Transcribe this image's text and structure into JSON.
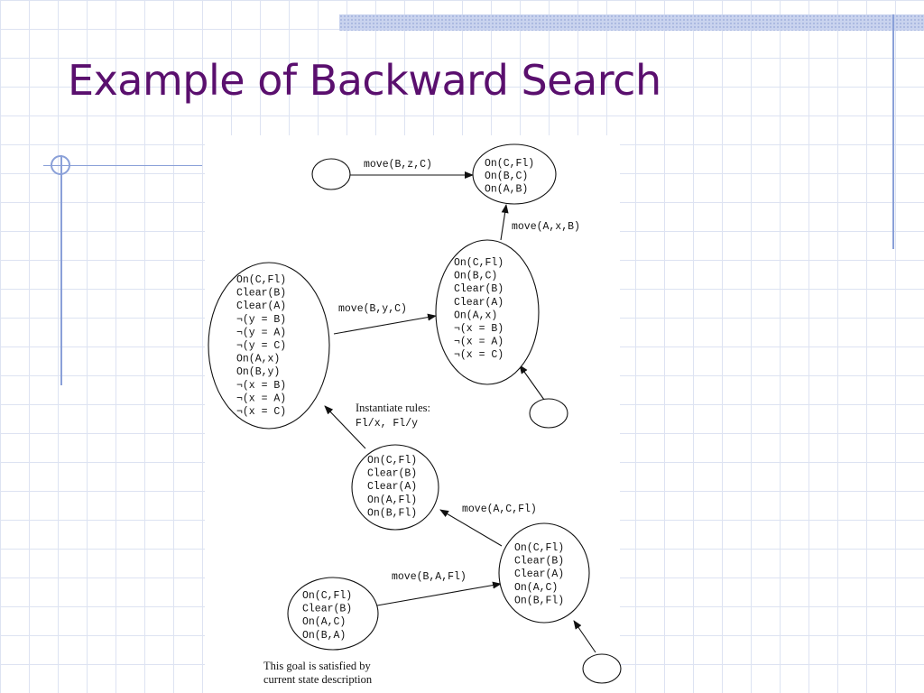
{
  "slide": {
    "title": "Example of Backward Search"
  },
  "diagram": {
    "nodes": {
      "n_empty_top": [],
      "n_goal": [
        "On(C,Fl)",
        "On(B,C)",
        "On(A,B)"
      ],
      "n_mid": [
        "On(C,Fl)",
        "On(B,C)",
        "Clear(B)",
        "Clear(A)",
        "On(A,x)",
        "¬(x = B)",
        "¬(x = A)",
        "¬(x = C)"
      ],
      "n_left": [
        "On(C,Fl)",
        "Clear(B)",
        "Clear(A)",
        "¬(y = B)",
        "¬(y = A)",
        "¬(y = C)",
        "On(A,x)",
        "On(B,y)",
        "¬(x = B)",
        "¬(x = A)",
        "¬(x = C)"
      ],
      "n_empty_mid": [],
      "n_inst": [
        "On(C,Fl)",
        "Clear(B)",
        "Clear(A)",
        "On(A,Fl)",
        "On(B,Fl)"
      ],
      "n_right_low": [
        "On(C,Fl)",
        "Clear(B)",
        "Clear(A)",
        "On(A,C)",
        "On(B,Fl)"
      ],
      "n_sat": [
        "On(C,Fl)",
        "Clear(B)",
        "On(A,C)",
        "On(B,A)"
      ],
      "n_empty_bottom": []
    },
    "edge_labels": {
      "e1": "move(B,z,C)",
      "e2": "move(A,x,B)",
      "e3": "move(B,y,C)",
      "e5": "move(A,C,Fl)",
      "e6": "move(B,A,Fl)"
    },
    "instantiate_note": [
      "Instantiate rules:",
      "Fl/x, Fl/y"
    ],
    "satisfied_note": [
      "This goal is satisfied by",
      "current state description"
    ]
  }
}
